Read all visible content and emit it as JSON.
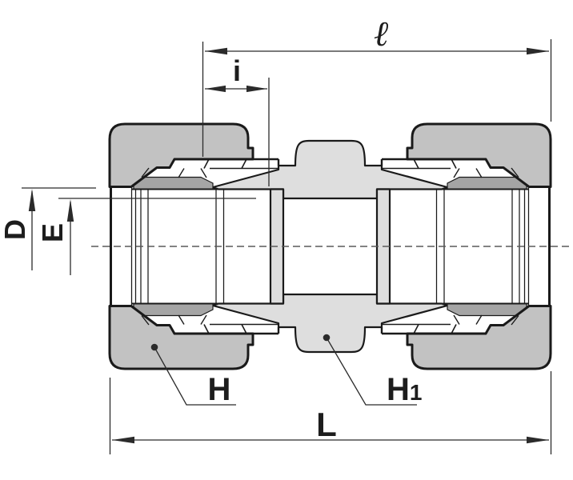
{
  "figure": {
    "labels": {
      "ell": "ℓ",
      "i": "i",
      "D": "D",
      "E": "E",
      "H": "H",
      "H1_main": "H",
      "H1_sub": "1",
      "L": "L"
    },
    "colors": {
      "outline": "#1a1a1a",
      "nut_fill": "#c2c2c2",
      "body_fill": "#dedede",
      "shadow_fill": "#a5a5a5",
      "dim_line": "#2b2b2b",
      "centerline": "#5a5a5a",
      "background": "#ffffff"
    }
  }
}
